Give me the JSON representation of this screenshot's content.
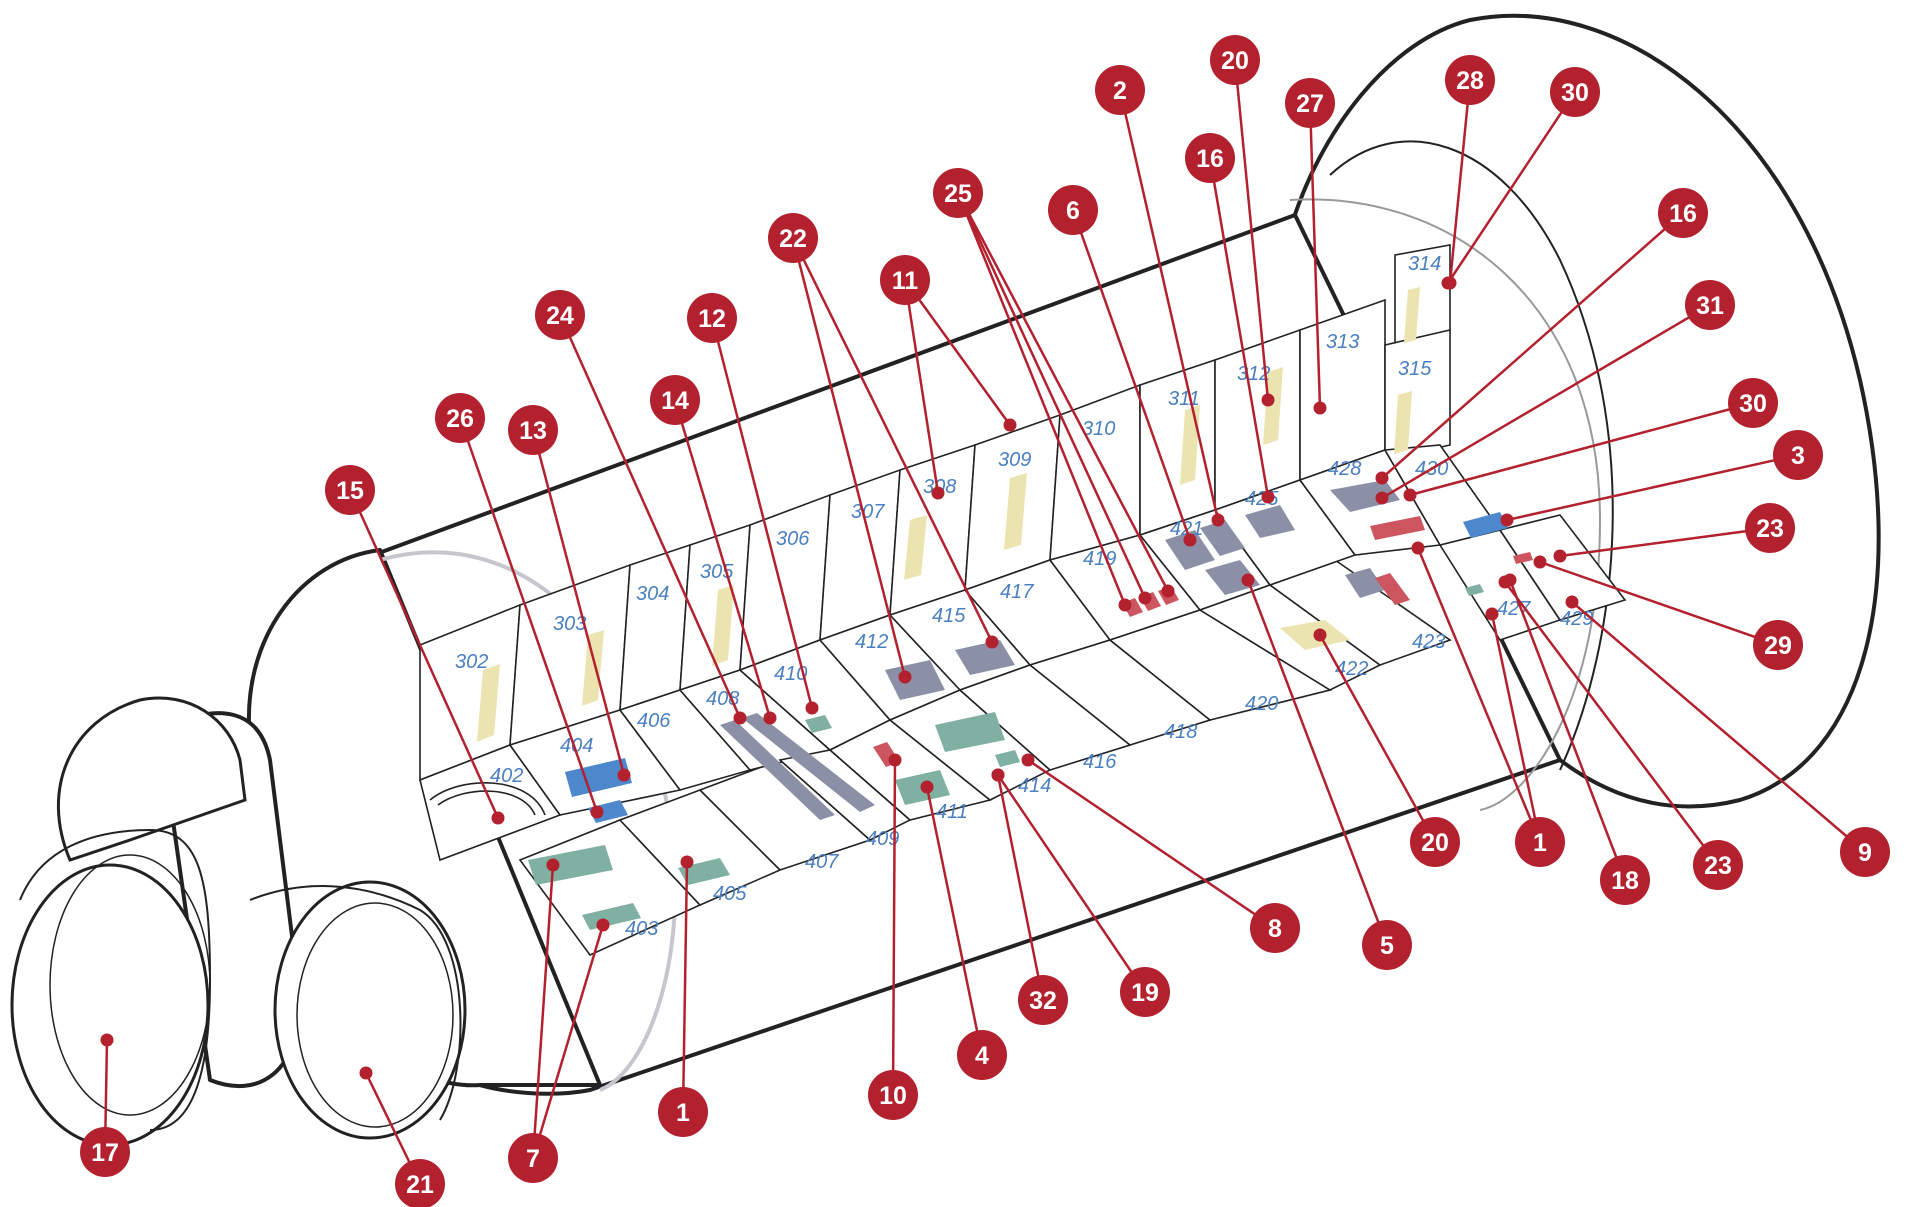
{
  "colors": {
    "callout": "#b3202e",
    "module_label": "#4a7fc0",
    "storage_yellow": "#ece4b0",
    "rack_gray": "#8c90a6",
    "equipment_green": "#7fb0a2",
    "equipment_blue": "#4d87cc",
    "heater_red": "#cc5560",
    "outline": "#222222"
  },
  "module_labels": {
    "m302": "302",
    "m303": "303",
    "m304": "304",
    "m305": "305",
    "m306": "306",
    "m307": "307",
    "m308": "308",
    "m309": "309",
    "m310": "310",
    "m311": "311",
    "m312": "312",
    "m313": "313",
    "m314": "314",
    "m315": "315",
    "m402": "402",
    "m403": "403",
    "m404": "404",
    "m405": "405",
    "m406": "406",
    "m407": "407",
    "m408": "408",
    "m409": "409",
    "m410": "410",
    "m411": "411",
    "m412": "412",
    "m414": "414",
    "m415": "415",
    "m416": "416",
    "m417": "417",
    "m418": "418",
    "m419": "419",
    "m420": "420",
    "m421": "421",
    "m422": "422",
    "m423": "423",
    "m425": "425",
    "m427": "427",
    "m428": "428",
    "m429": "429",
    "m430": "430"
  },
  "callouts": [
    "1",
    "1",
    "1",
    "2",
    "3",
    "4",
    "5",
    "6",
    "7",
    "8",
    "9",
    "10",
    "11",
    "12",
    "13",
    "14",
    "15",
    "16",
    "16",
    "17",
    "18",
    "19",
    "20",
    "20",
    "21",
    "22",
    "23",
    "23",
    "24",
    "25",
    "26",
    "27",
    "28",
    "29",
    "30",
    "30",
    "31",
    "32"
  ]
}
